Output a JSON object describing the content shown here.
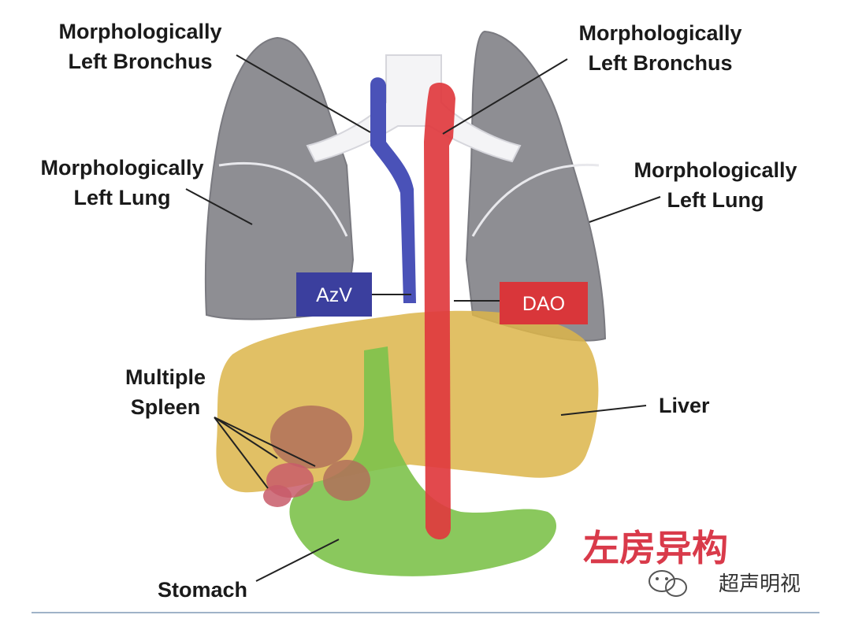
{
  "labels": {
    "bronchus_left": [
      "Morphologically",
      "Left Bronchus"
    ],
    "bronchus_right": [
      "Morphologically",
      "Left Bronchus"
    ],
    "lung_left": [
      "Morphologically",
      "Left Lung"
    ],
    "lung_right": [
      "Morphologically",
      "Left Lung"
    ],
    "spleen": [
      "Multiple",
      "Spleen"
    ],
    "liver": "Liver",
    "stomach": "Stomach"
  },
  "tags": {
    "azv": "AzV",
    "dao": "DAO"
  },
  "caption_cn": "左房异构",
  "watermark": "超声明视",
  "colors": {
    "lung": "#8e8e93",
    "liver": "#dcb54a",
    "stomach": "#7dc24b",
    "spleen": "#b0705a",
    "azygos": "#4a52b8",
    "aorta": "#e03a3e",
    "azv_box": "#3b3f9e",
    "dao_box": "#d9363a"
  }
}
